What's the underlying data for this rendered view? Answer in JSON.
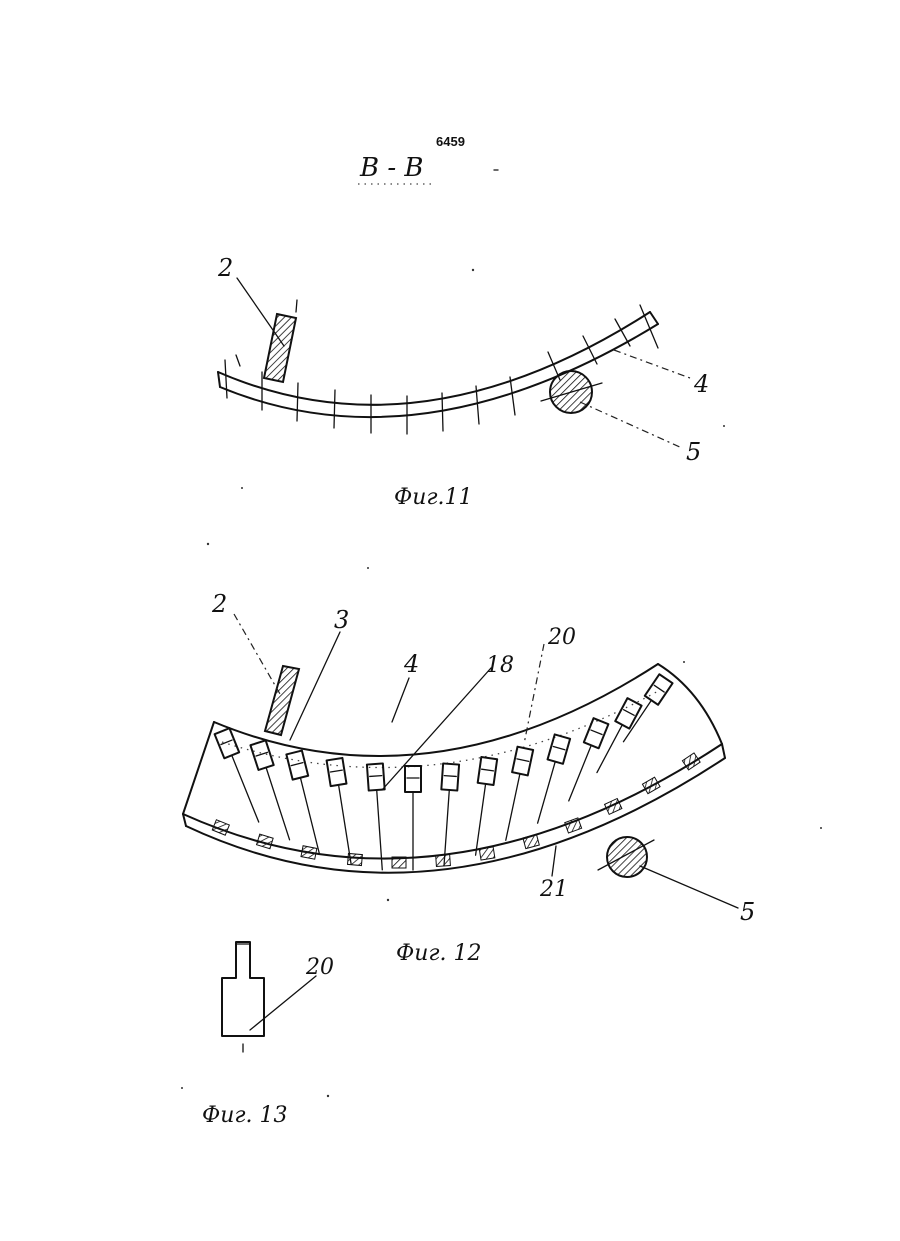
{
  "header": {
    "page_number": "6459",
    "section_label": "B - B"
  },
  "figure_11": {
    "caption": "Фиг.11",
    "callouts": {
      "part_2": "2",
      "part_4": "4",
      "part_5": "5"
    }
  },
  "figure_12": {
    "caption": "Фиг. 12",
    "callouts": {
      "part_2": "2",
      "part_3": "3",
      "part_4": "4",
      "part_18": "18",
      "part_20": "20",
      "part_21": "21",
      "part_5": "5"
    }
  },
  "figure_13": {
    "caption": "Фиг. 13",
    "callouts": {
      "part_20": "20"
    }
  },
  "colors": {
    "ink": "#111111",
    "paper": "#ffffff"
  }
}
